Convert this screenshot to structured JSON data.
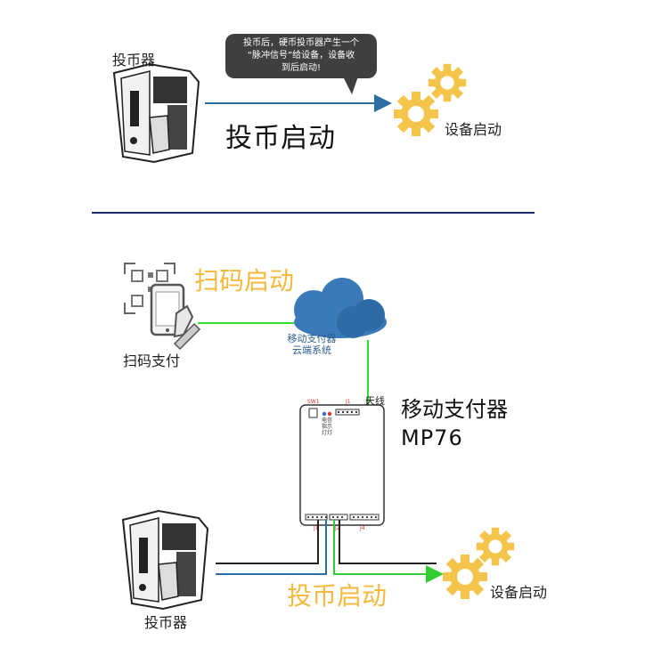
{
  "top": {
    "coin_acceptor_label": "投币器",
    "bubble_line1": "投币后，硬币投币器产生一个",
    "bubble_line2": "“脉冲信号”给设备，设备收",
    "bubble_line3": "到后启动!",
    "main_caption": "投币启动",
    "device_start_label": "设备启动"
  },
  "bottom": {
    "scan_caption": "扫码启动",
    "scan_pay_label": "扫码支付",
    "cloud_line1": "移动支付器",
    "cloud_line2": "云端系统",
    "antenna_label": "天线",
    "device_name": "移动支付器",
    "device_model": "MP76",
    "coin_caption": "投币启动",
    "device_start_label": "设备启动",
    "coin_acceptor_label": "投币器",
    "board": {
      "sw1": "SW1",
      "j1_top": "J1",
      "j1": "J1",
      "j2": "J2",
      "j4": "J4",
      "led_label1": "电信",
      "led_label2": "指示",
      "led_label3": "灯灯"
    }
  },
  "colors": {
    "line_blue": "#2e6da4",
    "line_green": "#33dd33",
    "gear": "#f4c54a",
    "divider": "#1a2a6c",
    "cloud": "#3a7ab8",
    "orange_text": "#f4b93f"
  }
}
